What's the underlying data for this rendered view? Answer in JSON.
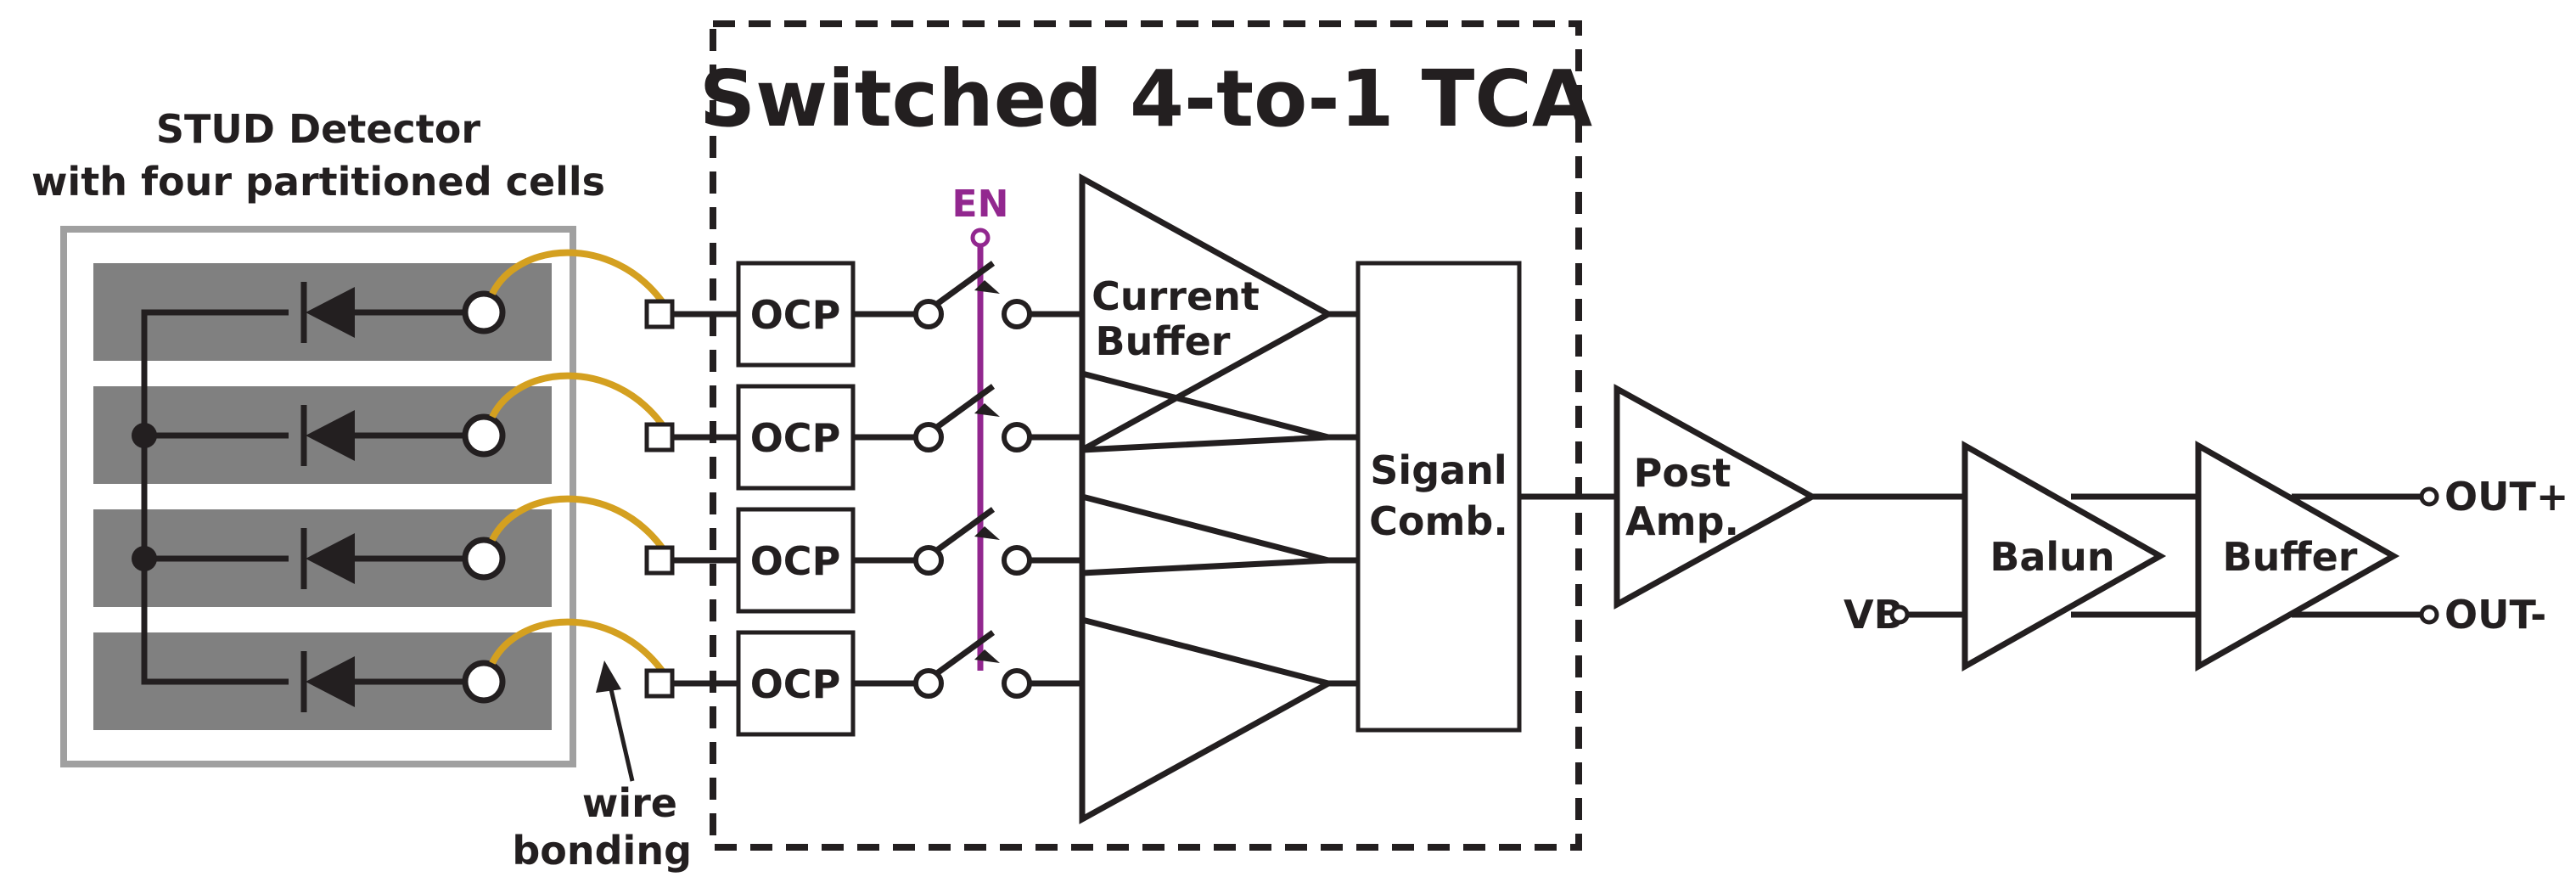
{
  "title": "Switched 4-to-1 TCA",
  "detector": {
    "line1": "STUD Detector",
    "line2": "with four partitioned cells"
  },
  "en_label": "EN",
  "ocp_label": "OCP",
  "current_buffer": {
    "line1": "Current",
    "line2": "Buffer"
  },
  "signal_comb": {
    "line1": "Siganl",
    "line2": "Comb."
  },
  "post_amp": {
    "line1": "Post",
    "line2": "Amp."
  },
  "balun_label": "Balun",
  "buffer_label": "Buffer",
  "vb_label": "VB",
  "out_plus": "OUT+",
  "out_minus": "OUT-",
  "wire_bonding": {
    "line1": "wire",
    "line2": "bonding"
  },
  "colors": {
    "line": "#231f20",
    "cell_fill": "#808080",
    "detector_frame": "#a0a0a0",
    "bond_wire": "#d4a020",
    "enable": "#92278f"
  }
}
